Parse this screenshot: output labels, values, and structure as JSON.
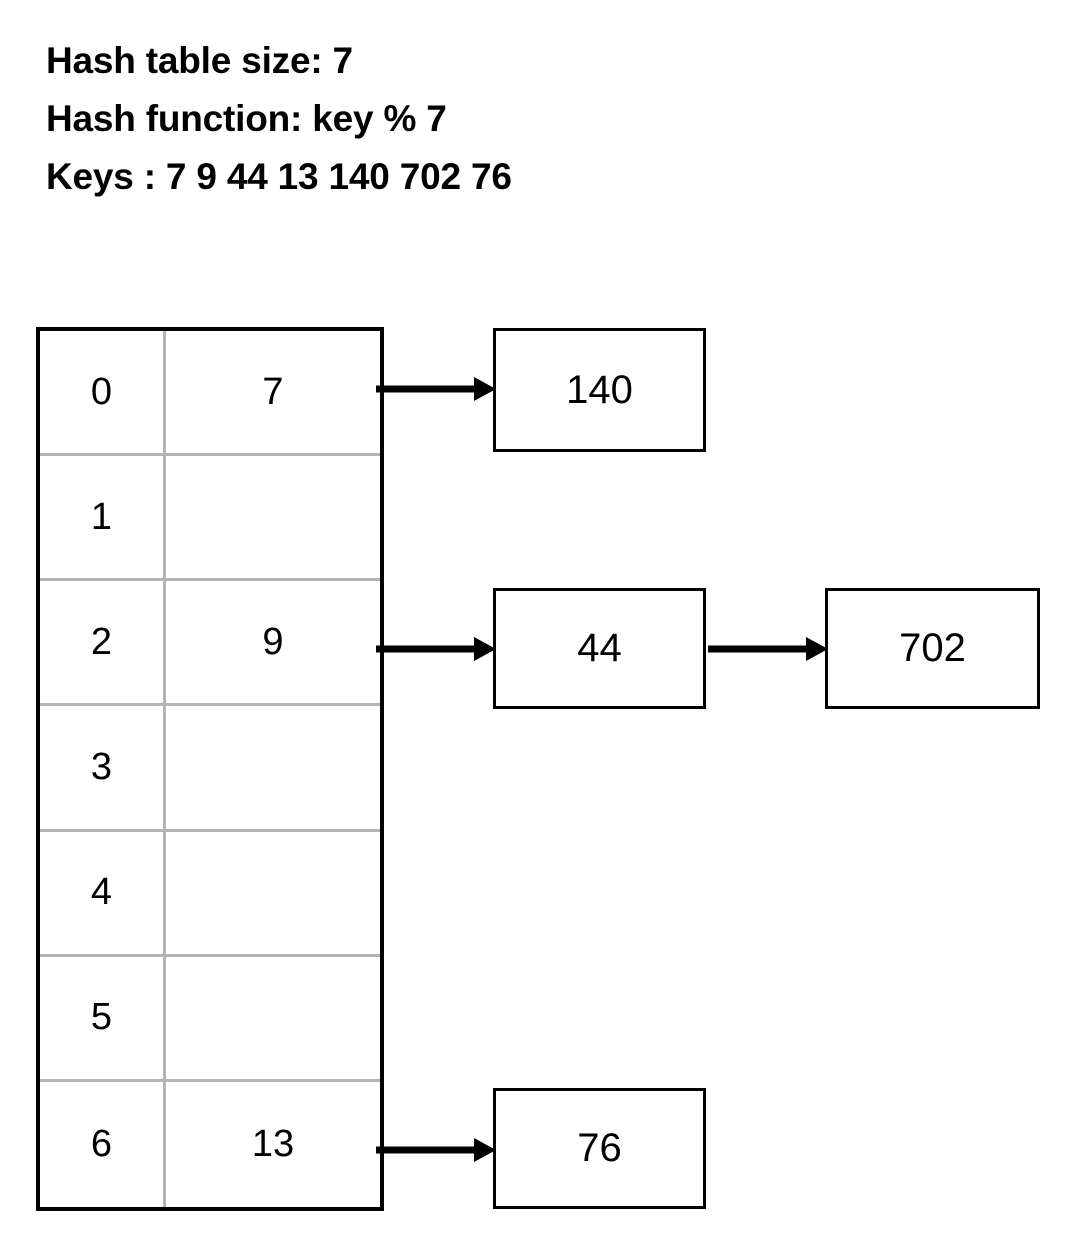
{
  "header": {
    "lines": [
      "Hash table size: 7",
      "Hash function: key % 7",
      "Keys : 7 9 44 13 140 702 76"
    ],
    "table_size": "7",
    "hash_function": "key % 7",
    "keys": "7 9 44 13 140 702 76"
  },
  "hash_table": {
    "buckets": [
      {
        "index": "0",
        "value": "7"
      },
      {
        "index": "1",
        "value": ""
      },
      {
        "index": "2",
        "value": "9"
      },
      {
        "index": "3",
        "value": ""
      },
      {
        "index": "4",
        "value": ""
      },
      {
        "index": "5",
        "value": ""
      },
      {
        "index": "6",
        "value": "13"
      }
    ]
  },
  "chains": {
    "bucket0": [
      {
        "value": "140"
      }
    ],
    "bucket2": [
      {
        "value": "44"
      },
      {
        "value": "702"
      }
    ],
    "bucket6": [
      {
        "value": "76"
      }
    ]
  },
  "colors": {
    "outer_border": "#000000",
    "grid_line": "#b4b4b4",
    "box_border": "#000000",
    "text": "#000000",
    "background": "#ffffff"
  }
}
